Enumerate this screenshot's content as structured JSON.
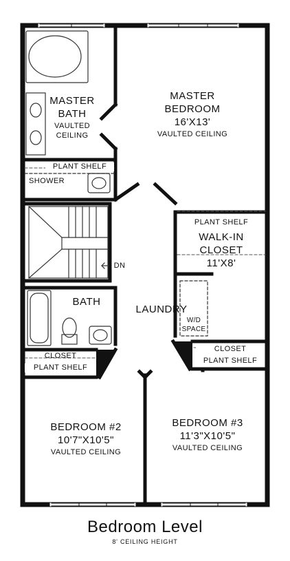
{
  "plan": {
    "title": "Bedroom Level",
    "subtitle": "8' CEILING HEIGHT",
    "rooms": {
      "master_bath": {
        "name_line1": "MASTER",
        "name_line2": "BATH",
        "note_line1": "VAULTED",
        "note_line2": "CEILING"
      },
      "master_bedroom": {
        "name_line1": "MASTER",
        "name_line2": "BEDROOM",
        "size": "16'X13'",
        "note": "VAULTED CEILING"
      },
      "shower": {
        "name": "SHOWER"
      },
      "plant_shelf_top": {
        "name": "PLANT SHELF"
      },
      "stairs": {
        "direction": "DN"
      },
      "walk_in_closet": {
        "shelf": "PLANT SHELF",
        "name_line1": "WALK-IN",
        "name_line2": "CLOSET",
        "size": "11'X8'"
      },
      "bath": {
        "name": "BATH"
      },
      "laundry": {
        "name": "LAUNDRY",
        "wd_line1": "W/D",
        "wd_line2": "SPACE"
      },
      "closet_left": {
        "name": "CLOSET",
        "shelf": "PLANT SHELF"
      },
      "closet_right": {
        "name": "CLOSET",
        "shelf": "PLANT SHELF"
      },
      "bedroom2": {
        "name": "BEDROOM #2",
        "size": "10'7\"X10'5\"",
        "note": "VAULTED CEILING"
      },
      "bedroom3": {
        "name": "BEDROOM #3",
        "size": "11'3\"X10'5\"",
        "note": "VAULTED CEILING"
      }
    }
  }
}
